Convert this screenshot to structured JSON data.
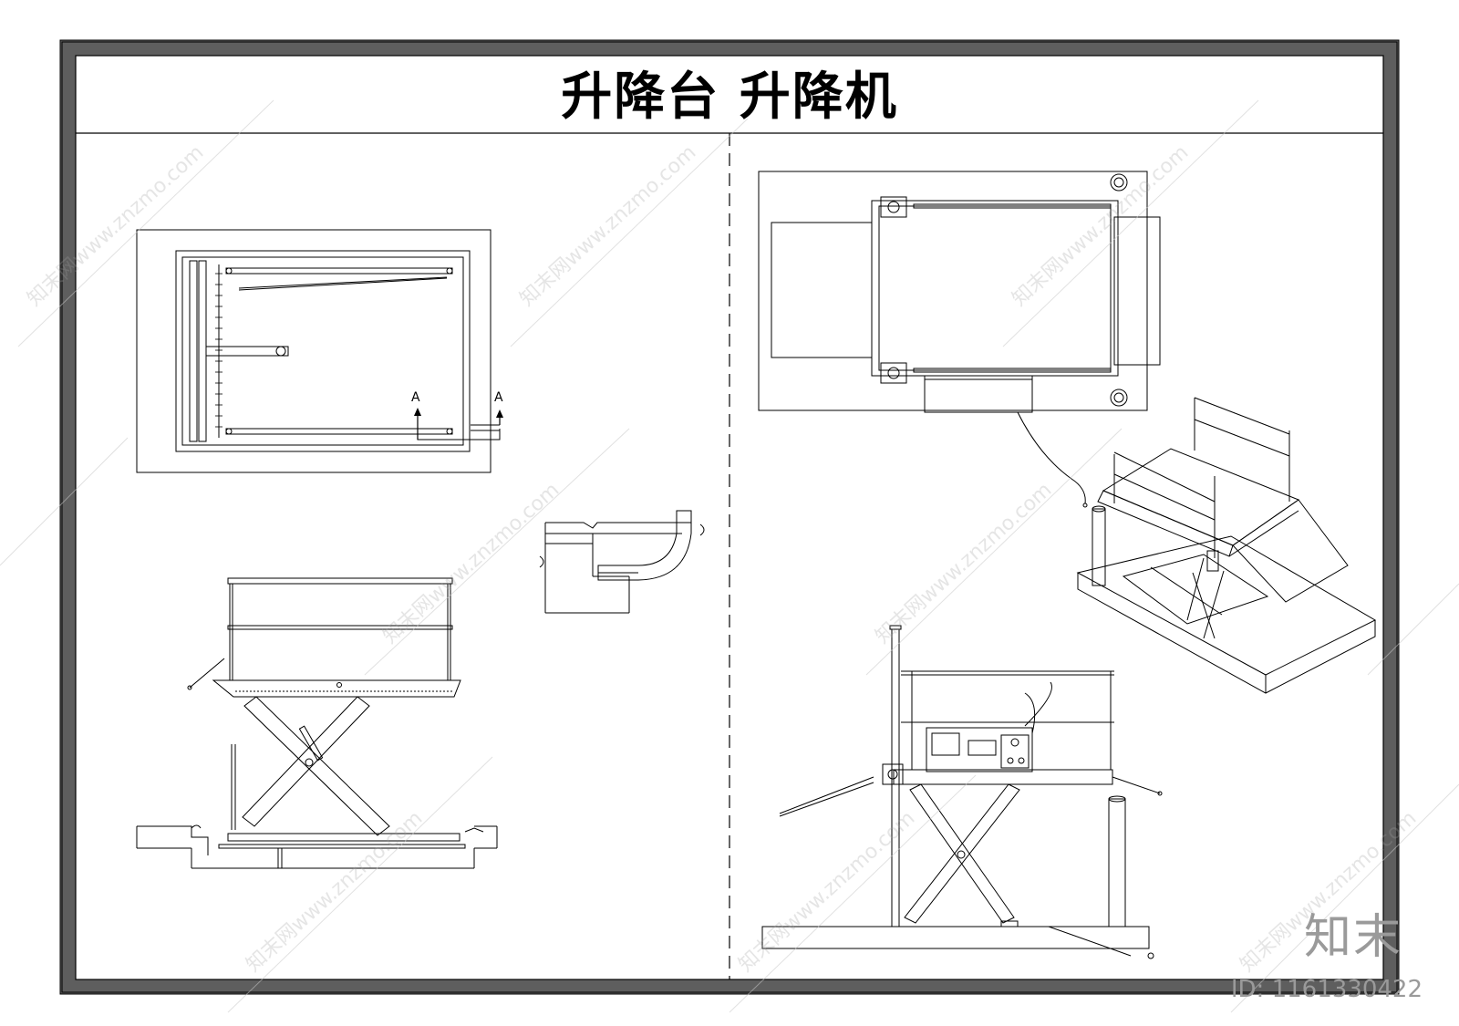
{
  "sheet": {
    "title": "升降台  升降机",
    "section_labels": [
      "A",
      "A"
    ]
  },
  "watermark": {
    "text": "知末网www.znzmo.com",
    "brand": "知末",
    "id": "ID: 1161330422"
  },
  "colors": {
    "frame": "#5a5a5a",
    "line": "#000000",
    "watermark": "#9a9a9a"
  }
}
